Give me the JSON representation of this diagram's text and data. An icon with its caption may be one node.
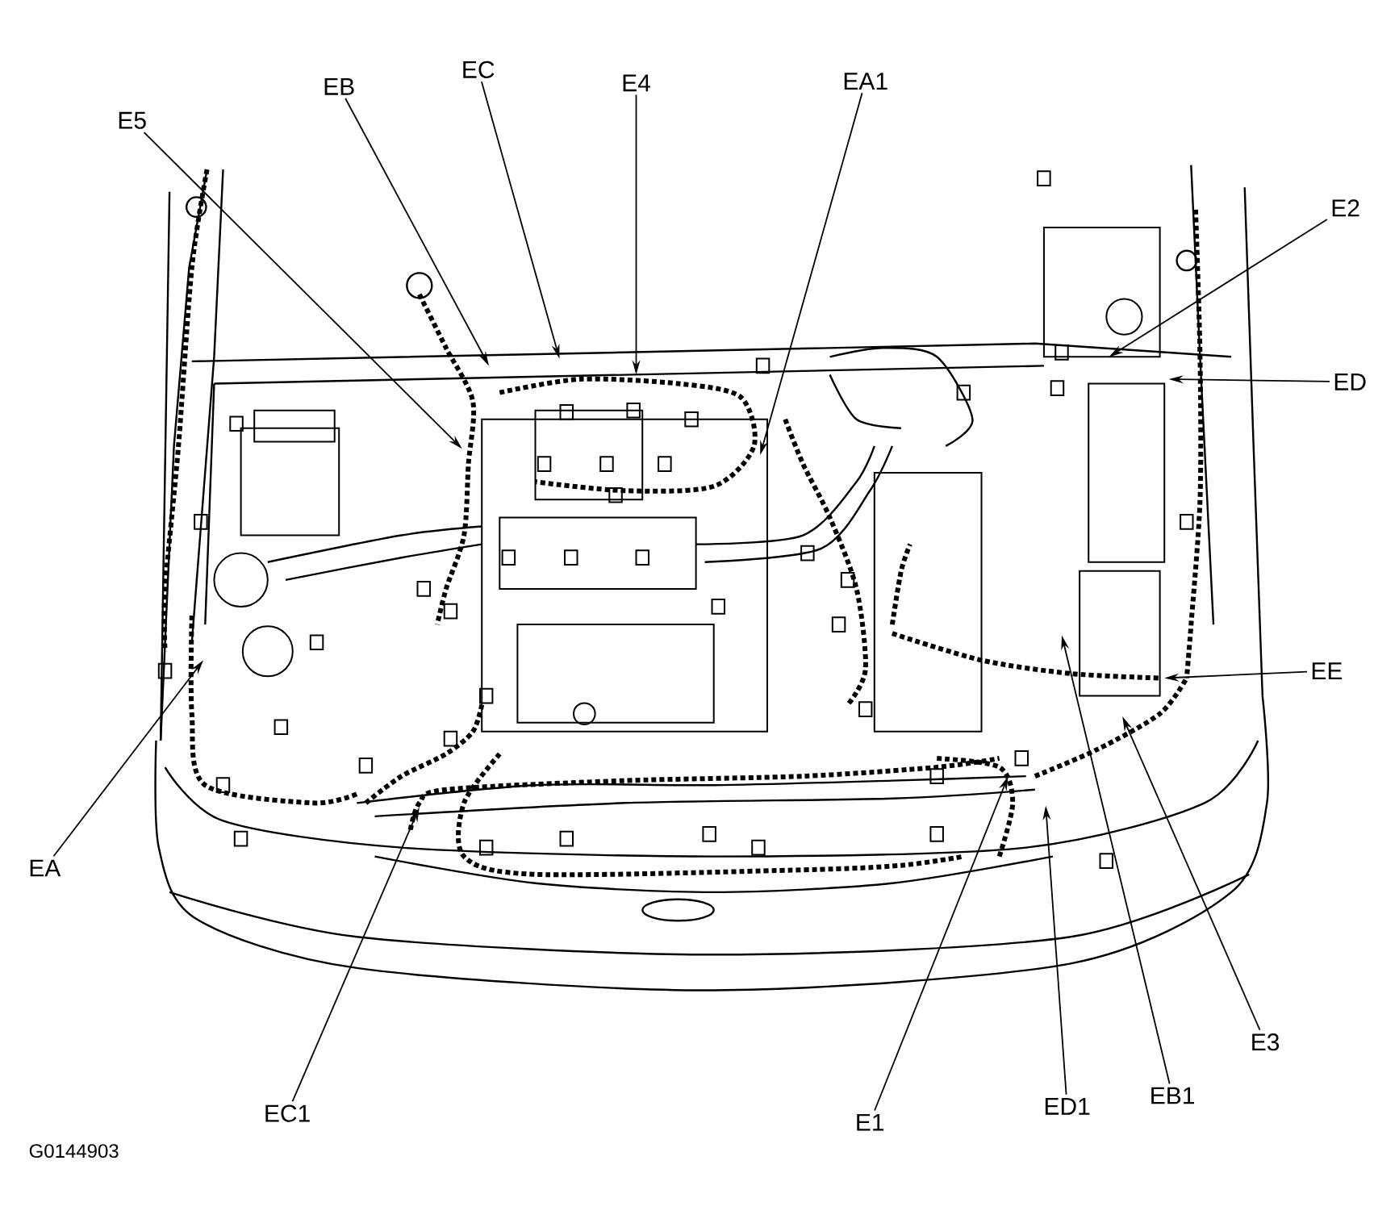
{
  "diagram": {
    "nodes": [
      {
        "text": [
          "E5"
        ]
      },
      {
        "text": [
          "EB"
        ]
      },
      {
        "text": [
          "EC"
        ]
      },
      {
        "text": [
          "E4"
        ]
      },
      {
        "text": [
          "EA1"
        ]
      },
      {
        "text": [
          "E2"
        ]
      },
      {
        "text": [
          "ED"
        ]
      },
      {
        "text": [
          "EE"
        ]
      },
      {
        "text": [
          "EA"
        ]
      },
      {
        "text": [
          "EC1"
        ]
      },
      {
        "text": [
          "E1"
        ]
      },
      {
        "text": [
          "ED1"
        ]
      },
      {
        "text": [
          "EB1"
        ]
      },
      {
        "text": [
          "E3"
        ]
      }
    ],
    "edges": [
      {
        "from": 0,
        "to": null,
        "arrow": "to"
      },
      {
        "from": 1,
        "to": null,
        "arrow": "to"
      },
      {
        "from": 2,
        "to": null,
        "arrow": "to"
      },
      {
        "from": 3,
        "to": null,
        "arrow": "to"
      },
      {
        "from": 4,
        "to": null,
        "arrow": "to"
      },
      {
        "from": 5,
        "to": null,
        "arrow": "to"
      },
      {
        "from": 6,
        "to": null,
        "arrow": "to"
      },
      {
        "from": 7,
        "to": null,
        "arrow": "to"
      },
      {
        "from": 8,
        "to": null,
        "arrow": "to"
      },
      {
        "from": 9,
        "to": null,
        "arrow": "to"
      },
      {
        "from": 10,
        "to": null,
        "arrow": "to"
      },
      {
        "from": 11,
        "to": null,
        "arrow": "to"
      },
      {
        "from": 12,
        "to": null,
        "arrow": "to"
      },
      {
        "from": 13,
        "to": null,
        "arrow": "to"
      }
    ],
    "labels": [
      "G0144903"
    ]
  }
}
